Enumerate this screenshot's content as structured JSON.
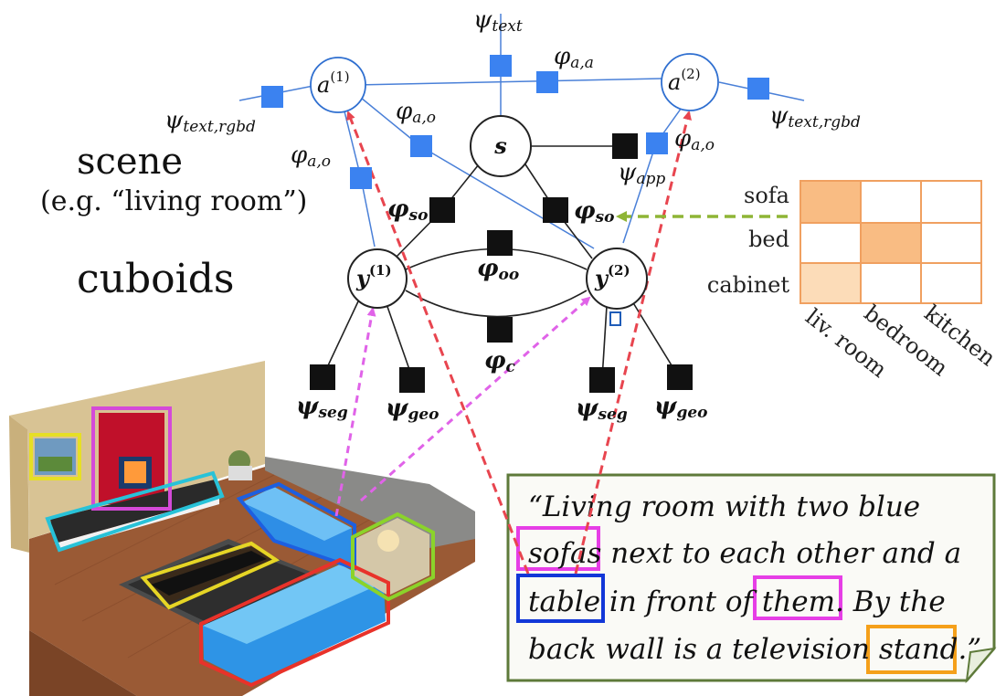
{
  "nodes": {
    "a1": {
      "base": "a",
      "sup": "(1)"
    },
    "a2": {
      "base": "a",
      "sup": "(2)"
    },
    "s": "s",
    "y1": {
      "base": "y",
      "sup": "(1)"
    },
    "y2": {
      "base": "y",
      "sup": "(2)"
    }
  },
  "factor_labels": {
    "psi_text": {
      "sym": "ψ",
      "sub": "text"
    },
    "phi_aa": {
      "sym": "φ",
      "sub": "a,a"
    },
    "psi_text_rgbd_left": {
      "sym": "ψ",
      "sub": "text,rgbd"
    },
    "psi_text_rgbd_right": {
      "sym": "ψ",
      "sub": "text,rgbd"
    },
    "phi_ao_1": {
      "sym": "φ",
      "sub": "a,o"
    },
    "phi_ao_2": {
      "sym": "φ",
      "sub": "a,o"
    },
    "phi_ao_3": {
      "sym": "φ",
      "sub": "a,o"
    },
    "psi_app": {
      "sym": "ψ",
      "sub": "app"
    },
    "phi_so_1": {
      "sym": "φ",
      "sub": "so"
    },
    "phi_so_2": {
      "sym": "φ",
      "sub": "so"
    },
    "phi_oo": {
      "sym": "φ",
      "sub": "oo"
    },
    "phi_c": {
      "sym": "φ",
      "sub": "c"
    },
    "psi_seg_1": {
      "sym": "ψ",
      "sub": "seg"
    },
    "psi_geo_1": {
      "sym": "ψ",
      "sub": "geo"
    },
    "psi_seg_2": {
      "sym": "ψ",
      "sub": "seg"
    },
    "psi_geo_2": {
      "sym": "ψ",
      "sub": "geo"
    }
  },
  "side_labels": {
    "scene": "scene",
    "scene_example": "(e.g.  “living room”)",
    "cuboids": "cuboids"
  },
  "matrix": {
    "rows": [
      "sofa",
      "bed",
      "cabinet"
    ],
    "cols": [
      "liv. room",
      "bedroom",
      "kitchen"
    ],
    "strong_color": "#f9bc83",
    "weak_color": "#fcdcb8",
    "border_color": "#f0a060"
  },
  "caption": {
    "line1": "“Living room with two blue",
    "line2_a": "sofas",
    "line2_b": " next to each other and a",
    "line3_a": "table",
    "line3_b": " in front of ",
    "line3_c": "them.",
    "line3_d": " By the",
    "line4_a": "back wall is a television ",
    "line4_b": "stand.",
    "line4_c": "”"
  },
  "colors": {
    "blue_factor": "#3b82f0",
    "blue_line": "#4a80d8",
    "red_arrow": "#e8454f",
    "magenta_arrow": "#e063e8",
    "green_arrow": "#8fb536",
    "caption_border": "#5e7a3a",
    "caption_bg": "#fafaf6"
  }
}
